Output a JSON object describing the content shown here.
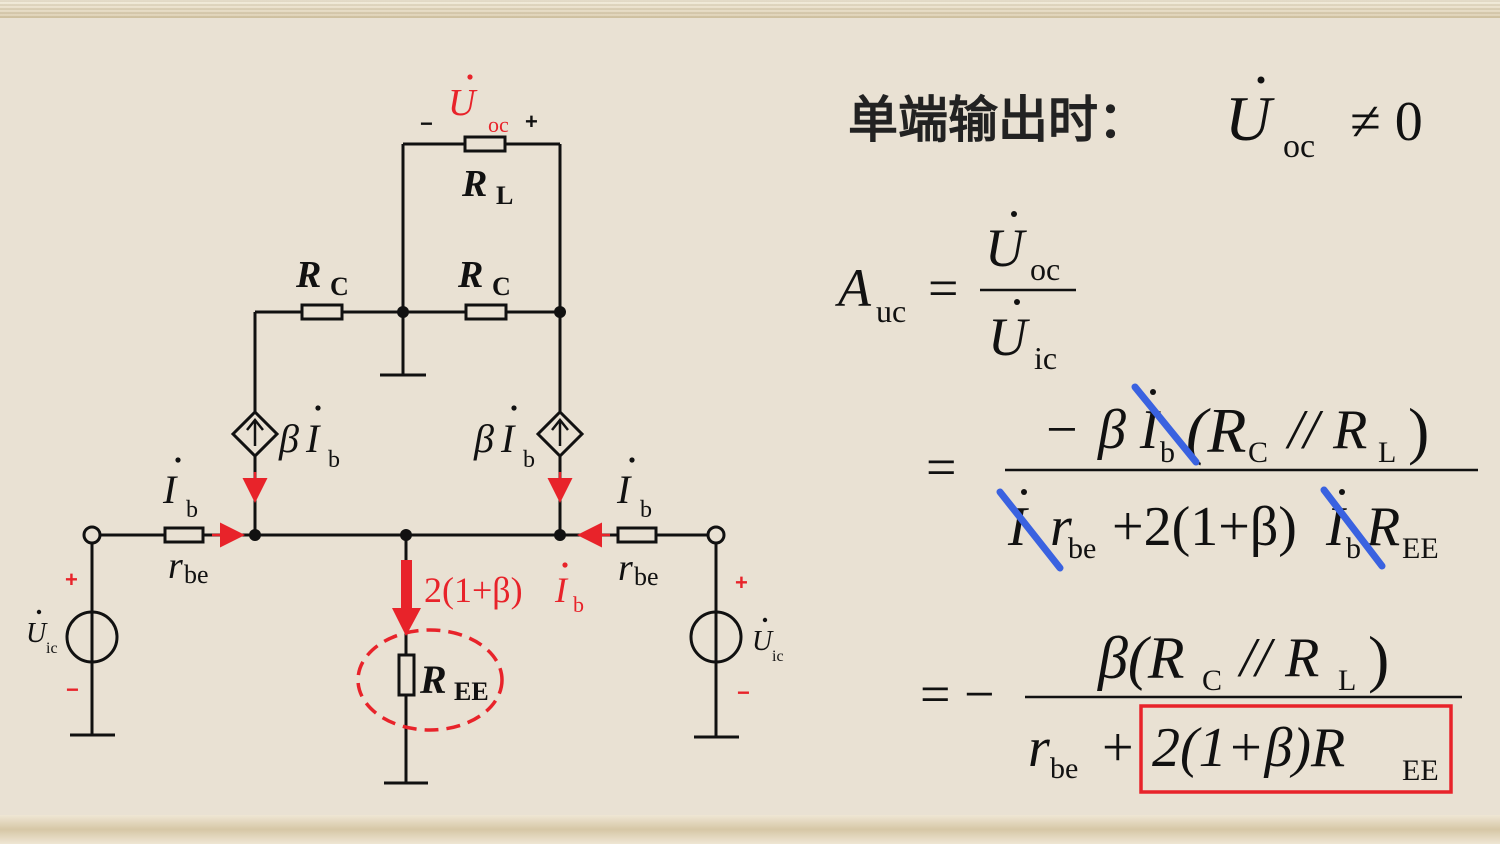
{
  "circuit": {
    "uoc_top": "U",
    "uoc_sub": "oc",
    "minus": "−",
    "plus": "+",
    "RL": "R",
    "RL_sub": "L",
    "RC": "R",
    "RC_sub": "C",
    "beta": "β",
    "I": "I",
    "b_sub": "b",
    "r": "r",
    "be_sub": "be",
    "current_expr": "2(1+β)",
    "REE": "R",
    "EE_sub": "EE",
    "Uic": "U",
    "ic_sub": "ic"
  },
  "formula": {
    "title_cn": "单端输出时：",
    "uoc": "U",
    "uoc_sub": "oc",
    "neq_zero": "≠ 0",
    "A": "A",
    "uc_sub": "uc",
    "eq": "=",
    "num1": "Uoc",
    "den1": "Uic",
    "step2_num_minus": "−",
    "step2_num": "β I",
    "step2_num_paren": "(R",
    "step2_parallel": "// R",
    "step2_close": ")",
    "step2_den_a": "I",
    "step2_den_rbe": "r",
    "step2_den_mid": "+2(1+β)",
    "step2_den_ib": "I",
    "step2_den_R": "R",
    "step3_prefix": "= −",
    "step3_num": "β(R",
    "step3_den_r": "r",
    "step3_den_plus": "+",
    "step3_den_box": "2(1+β)R"
  }
}
